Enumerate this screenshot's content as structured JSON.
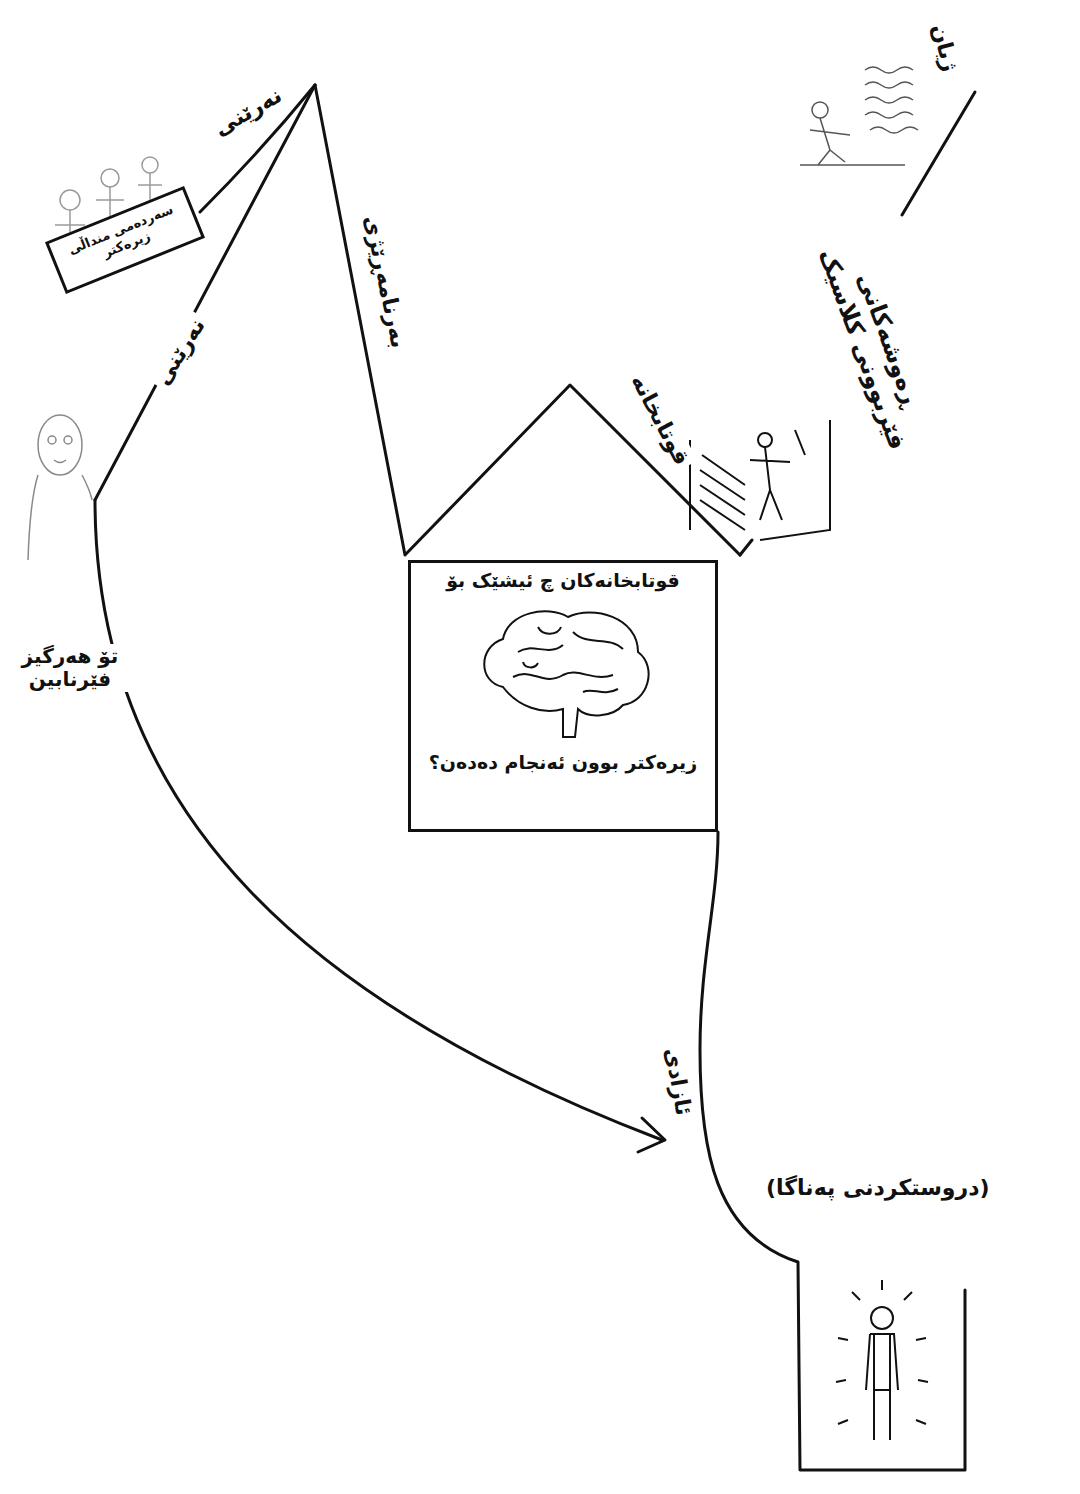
{
  "diagram": {
    "nodes": [
      {
        "text": [
          "سەردەمی منداڵی زیرەکتر"
        ]
      },
      {
        "text": [
          "قوتابخانەکان چ ئیشێک بۆ",
          "زیرەکتر بوون ئەنجام دەدەن؟"
        ]
      }
    ],
    "labels": [
      "نەرێنی",
      "نەرێنی",
      "بەرنامەڕێژی",
      "قوتابخانە",
      "ڕەوشەکانی فێربوونی کلاسیک",
      "ژیان",
      "تۆ هەرگیز فێرنابین",
      "ئازادی",
      "(دروستکردنی پەناگا)"
    ]
  }
}
